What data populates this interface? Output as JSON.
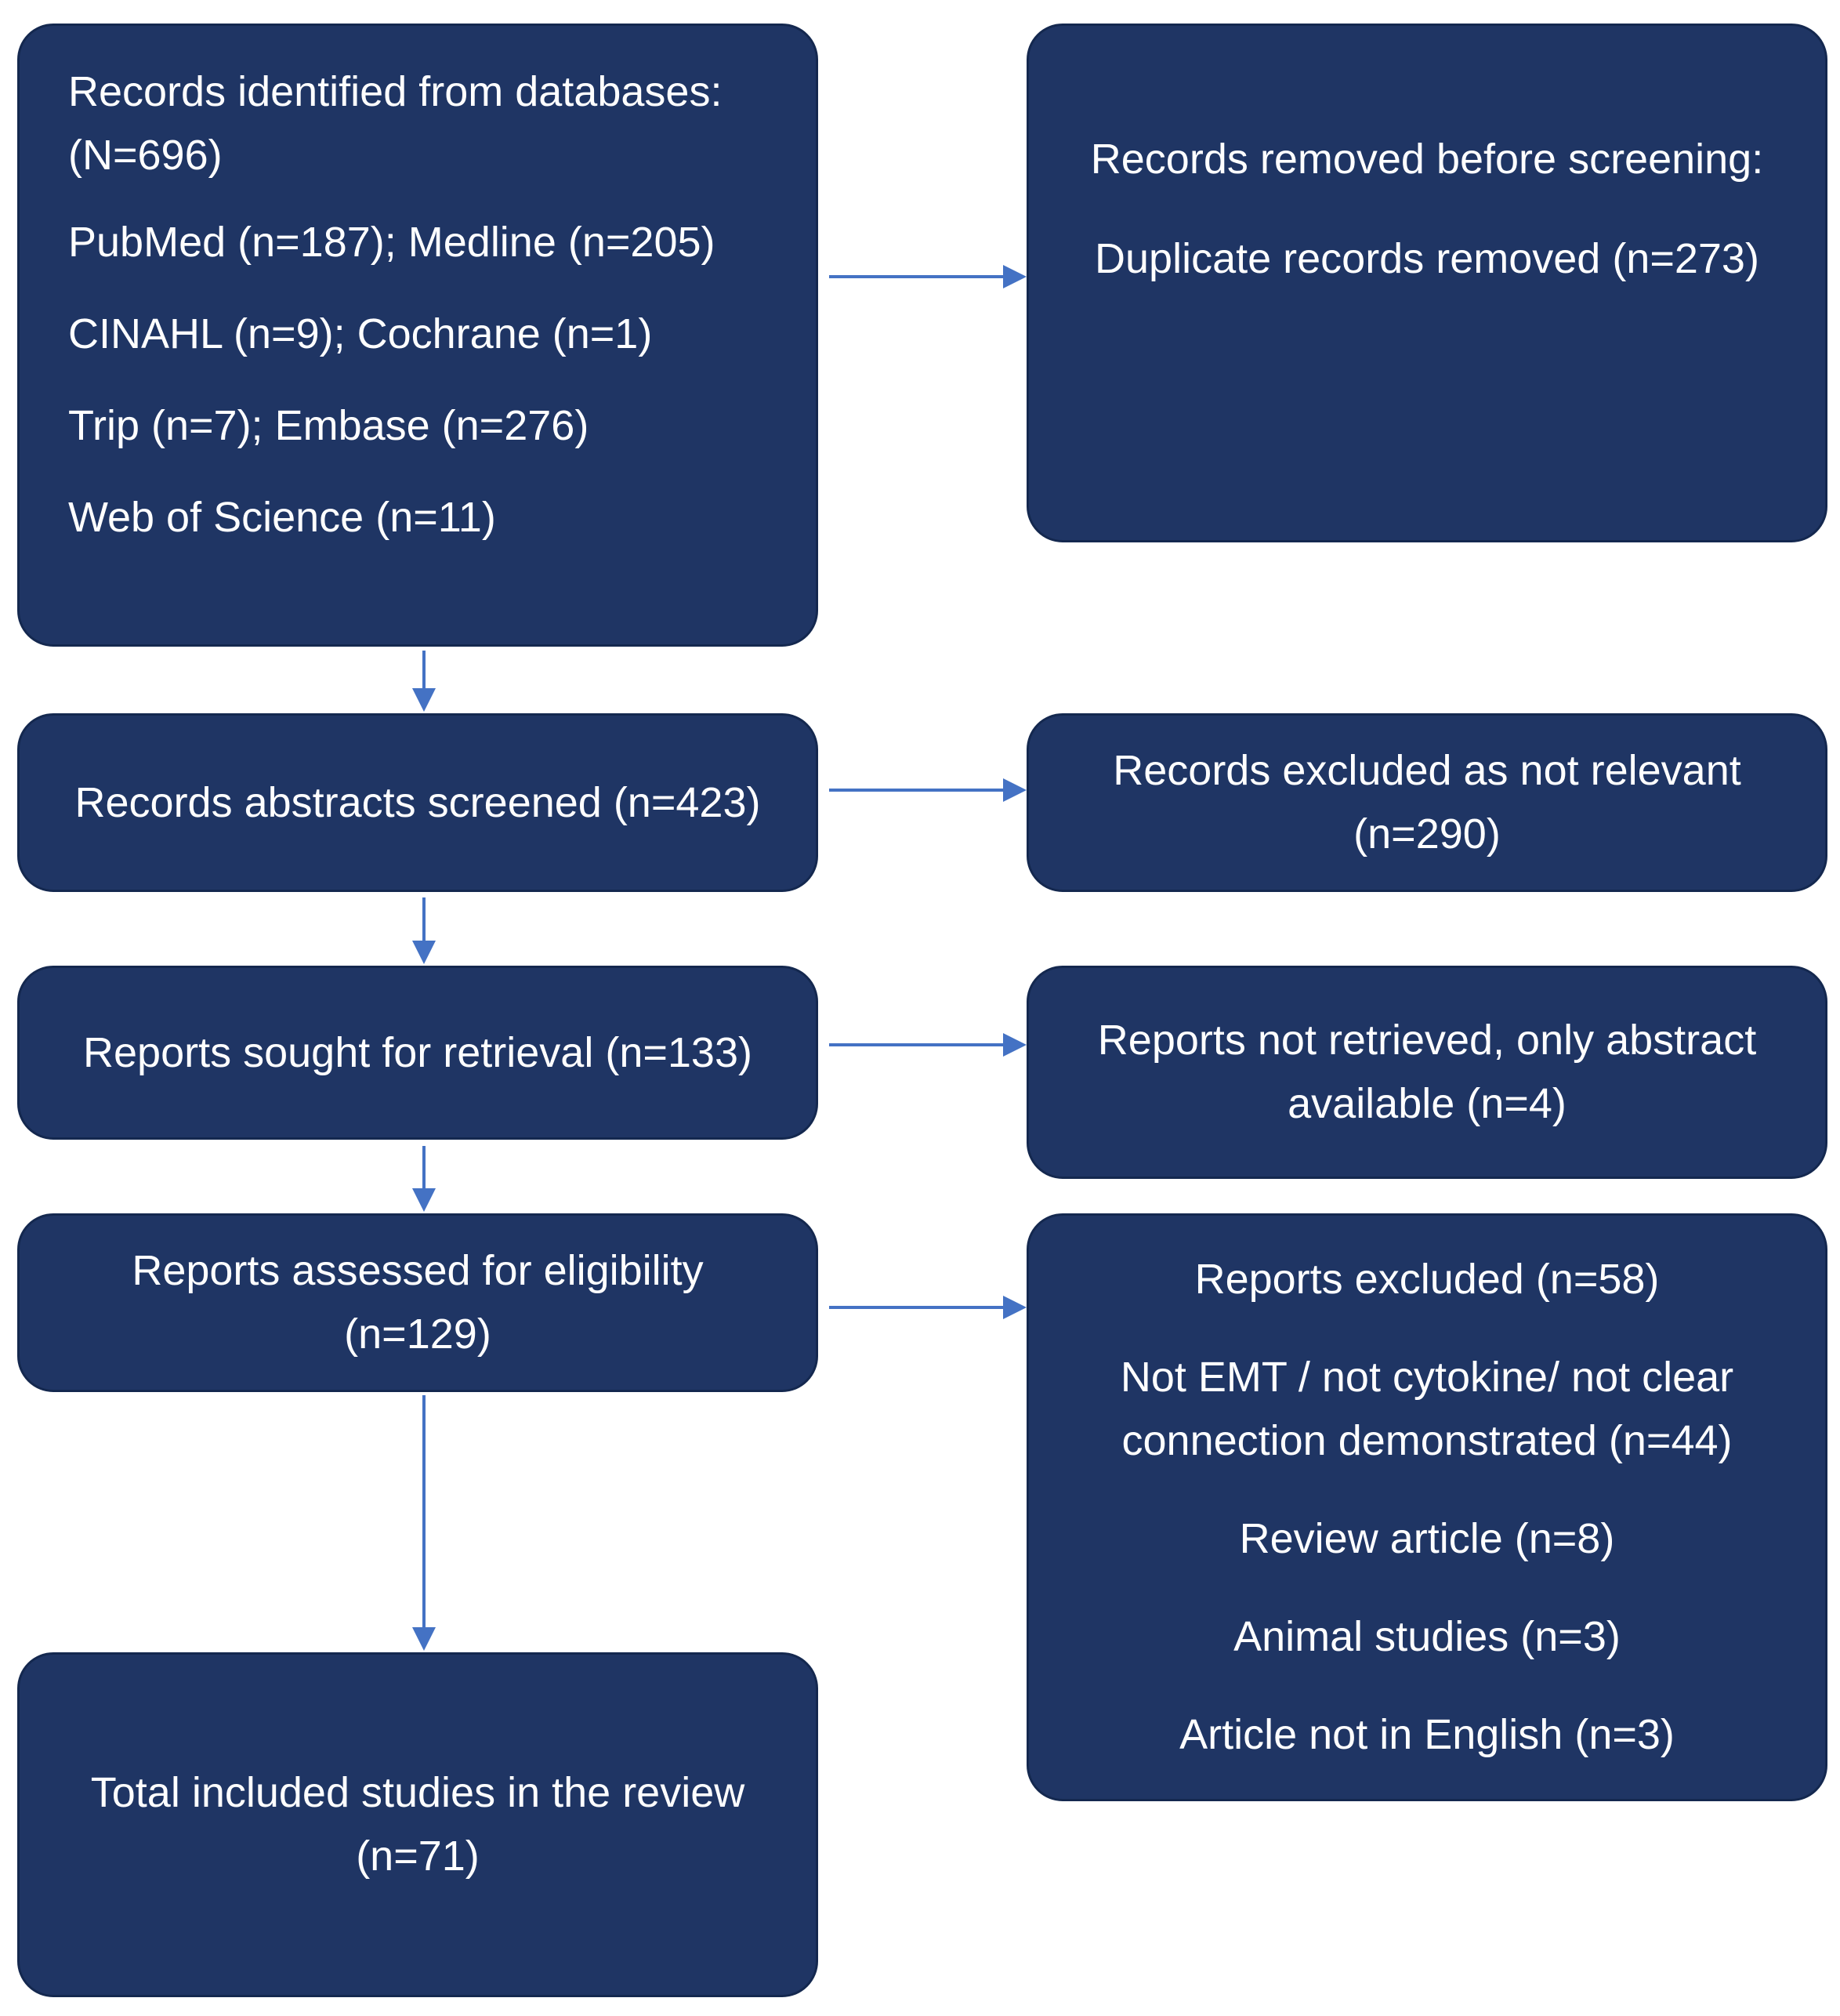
{
  "identification": {
    "line1": "Records identified from databases:",
    "line2": "(N=696)",
    "line3": "PubMed (n=187); Medline (n=205)",
    "line4": "CINAHL (n=9); Cochrane (n=1)",
    "line5": "Trip (n=7); Embase (n=276)",
    "line6": "Web of Science (n=11)"
  },
  "removed": {
    "title": "Records removed before screening:",
    "detail": "Duplicate records removed (n=273)"
  },
  "screened": {
    "text": "Records abstracts screened (n=423)"
  },
  "excluded_not_relevant": {
    "line1": "Records excluded as not relevant",
    "line2": "(n=290)"
  },
  "sought": {
    "text": "Reports sought for retrieval (n=133)"
  },
  "not_retrieved": {
    "line1": "Reports not retrieved, only abstract",
    "line2": "available (n=4)"
  },
  "assessed": {
    "line1": "Reports assessed for eligibility",
    "line2": "(n=129)"
  },
  "reports_excluded": {
    "title": "Reports excluded (n=58)",
    "reason1_line1": "Not EMT / not cytokine/ not clear",
    "reason1_line2": "connection demonstrated (n=44)",
    "reason2": "Review article (n=8)",
    "reason3": "Animal studies (n=3)",
    "reason4": "Article not in English (n=3)"
  },
  "included": {
    "line1": "Total included studies in the review",
    "line2": "(n=71)"
  },
  "colors": {
    "box_fill": "#1f3564",
    "arrow": "#4472c4",
    "text": "#ffffff"
  }
}
